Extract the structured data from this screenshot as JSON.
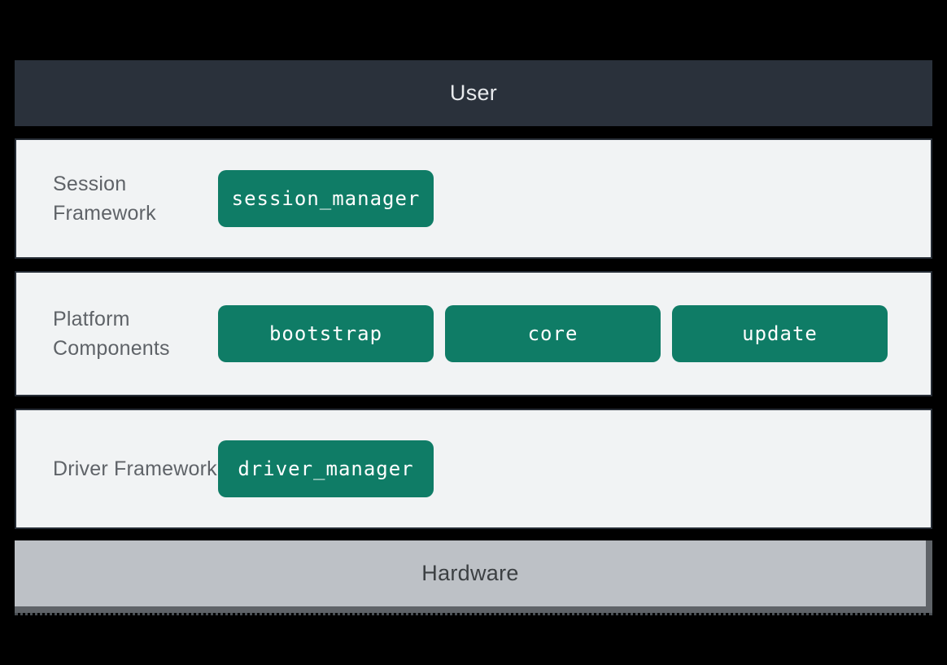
{
  "diagram": {
    "user_label": "User",
    "layers": [
      {
        "label": "Session Framework",
        "components": [
          "session_manager"
        ]
      },
      {
        "label": "Platform Components",
        "components": [
          "bootstrap",
          "core",
          "update"
        ]
      },
      {
        "label": "Driver Framework",
        "components": [
          "driver_manager"
        ]
      }
    ],
    "hardware_label": "Hardware",
    "colors": {
      "background": "#000000",
      "user_bar_bg": "#2a313b",
      "user_text": "#e8eaed",
      "layer_bg": "#f1f3f4",
      "layer_border": "#262d36",
      "label_text": "#5f6368",
      "component_bg": "#0f7c66",
      "component_text": "#ffffff",
      "hardware_bg": "#bdc1c6",
      "hardware_text": "#3c4043",
      "hardware_edge": "#5f6368"
    }
  }
}
